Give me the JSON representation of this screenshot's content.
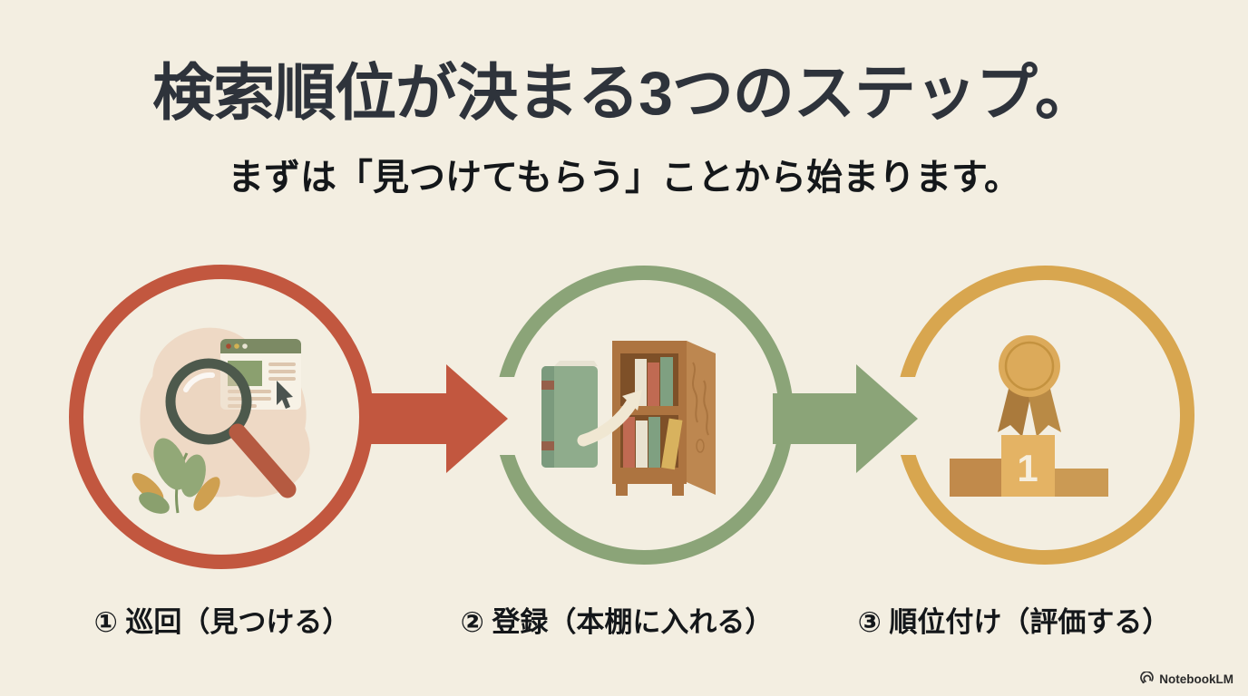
{
  "page": {
    "title": "検索順位が決まる3つのステップ。",
    "subtitle": "まずは「見つけてもらう」ことから始まります。",
    "background": "#f3eee1",
    "watermark": "NotebookLM"
  },
  "steps": [
    {
      "index": "1",
      "label": "① 巡回（見つける）",
      "color": "#c2573f",
      "icon": "magnifying-glass-over-webpage"
    },
    {
      "index": "2",
      "label": "② 登録（本棚に入れる）",
      "color": "#8ba478",
      "icon": "book-into-bookshelf"
    },
    {
      "index": "3",
      "label": "③ 順位付け（評価する）",
      "color": "#d8a64f",
      "icon": "medal-and-winner-podium"
    }
  ],
  "podium": {
    "rank": "1"
  },
  "arrows": [
    {
      "from_step": "1",
      "to_step": "2",
      "color": "#c2573f"
    },
    {
      "from_step": "2",
      "to_step": "3",
      "color": "#8ba478"
    }
  ]
}
